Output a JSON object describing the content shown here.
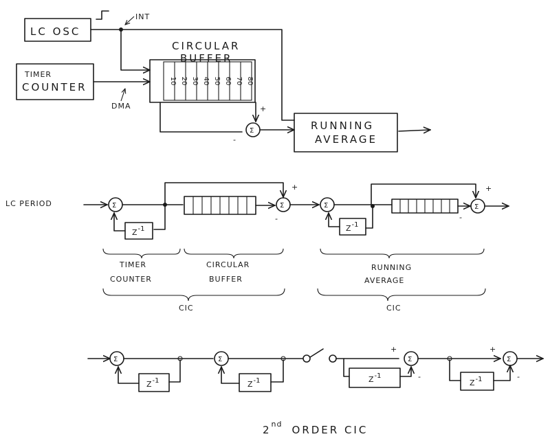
{
  "diagram": {
    "top": {
      "lc_osc": "LC OSC",
      "int": "INT",
      "circular_buffer_line1": "CIRCULAR",
      "circular_buffer_line2": "BUFFER",
      "timer_counter_line1": "TIMER",
      "timer_counter_line2": "COUNTER",
      "dma": "DMA",
      "buffer_cells": [
        "10",
        "20",
        "30",
        "40",
        "50",
        "60",
        "70",
        "80"
      ],
      "running_average_line1": "RUNNING",
      "running_average_line2": "AVERAGE",
      "sigma": "Σ",
      "plus": "+",
      "minus": "-"
    },
    "middle": {
      "lc_period": "LC PERIOD",
      "z_inv": "Z",
      "z_inv_exp": "-1",
      "timer_counter_line1": "TIMER",
      "timer_counter_line2": "COUNTER",
      "circular_buffer_line1": "CIRCULAR",
      "circular_buffer_line2": "BUFFER",
      "running_average_line1": "RUNNING",
      "running_average_line2": "AVERAGE",
      "cic_left": "CIC",
      "cic_right": "CIC"
    },
    "bottom": {
      "caption_base": "2",
      "caption_sup": "nd",
      "caption_rest": "ORDER CIC"
    }
  }
}
